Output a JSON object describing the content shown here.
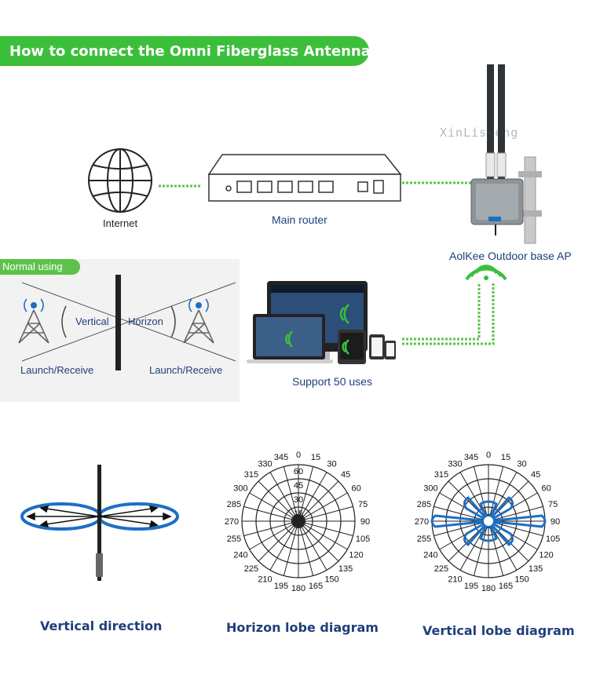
{
  "title": "How to connect the Omni Fiberglass Antenna???",
  "watermark": "XinLisheng",
  "network": {
    "internet_label": "Internet",
    "router_label": "Main router",
    "ap_label": "AolKee Outdoor base AP",
    "support_label": "Support 50 uses"
  },
  "normal_using": {
    "tab_label": "Normal using",
    "vertical_label": "Vertical",
    "horizon_label": "Horizon",
    "left_caption": "Launch/Receive",
    "right_caption": "Launch/Receive"
  },
  "bottom": {
    "vertical_direction": "Vertical direction",
    "horizon_lobe": "Horizon lobe diagram",
    "vertical_lobe": "Vertical lobe diagram"
  },
  "polar": {
    "angles": [
      "0",
      "15",
      "30",
      "45",
      "60",
      "75",
      "90",
      "105",
      "120",
      "135",
      "150",
      "165",
      "180",
      "195",
      "210",
      "225",
      "240",
      "255",
      "270",
      "285",
      "300",
      "315",
      "330",
      "345"
    ],
    "radial_labels": [
      "15",
      "30",
      "45",
      "60"
    ]
  },
  "colors": {
    "green": "#3bbf3a",
    "text_blue": "#1f3f7a",
    "pattern_blue": "#1d6fc4"
  }
}
